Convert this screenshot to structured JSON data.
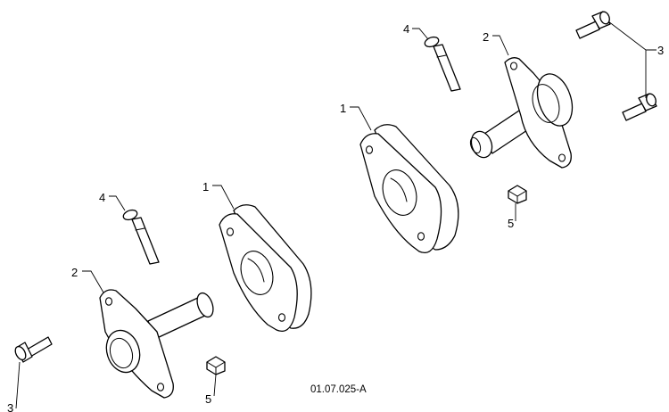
{
  "drawing_ref": "01.07.025-A",
  "callouts": {
    "spacer_front": "1",
    "spacer_rear": "1",
    "bearing_front": "2",
    "bearing_rear": "2",
    "bolt_left": "3",
    "bolt_right": "3",
    "bolt_pair_right": "3",
    "pin_front": "4",
    "pin_rear": "4",
    "nut_front": "5",
    "nut_rear": "5"
  }
}
